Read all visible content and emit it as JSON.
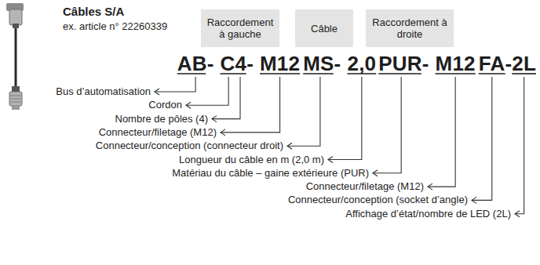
{
  "diagram": {
    "title": "Câbles S/A",
    "nodes": [
      {
        "text": [
          "Raccordement à gauche"
        ]
      },
      {
        "text": [
          "Câble"
        ]
      },
      {
        "text": [
          "Raccordement à droite"
        ]
      }
    ],
    "labels": [
      "ex. article n° 22260339",
      "AB-",
      "C4-",
      "M12",
      "MS-",
      "2,0",
      "PUR-",
      "M12",
      "FA-",
      "2L",
      "Bus d’automatisation",
      "Cordon",
      "Nombre de pôles (4)",
      "Connecteur/filetage (M12)",
      "Connecteur/conception (connecteur droit)",
      "Longueur du câble en m (2,0 m)",
      "Matériau du câble – gaine extérieure (PUR)",
      "Connecteur/filetage (M12)",
      "Connecteur/conception (socket d’angle)",
      "Affichage d’état/nombre de LED (2L)"
    ]
  }
}
